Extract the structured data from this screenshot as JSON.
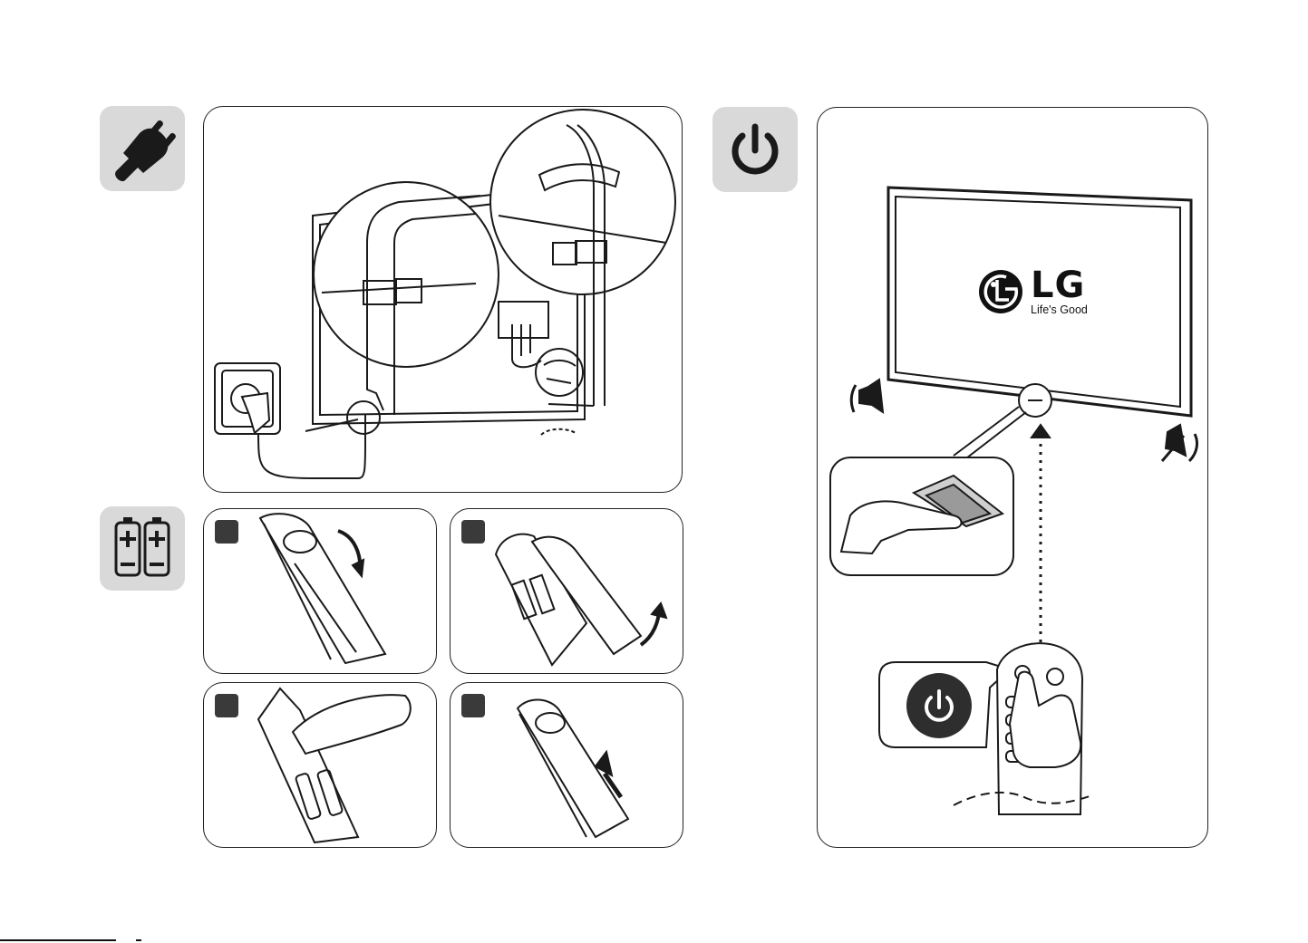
{
  "icons": {
    "power_cord": "plug-icon",
    "batteries": "battery-icon",
    "power_on": "power-icon",
    "power_button_callout": "power-icon",
    "mute_left": "mute-icon",
    "mute_right": "mute-icon"
  },
  "brand": {
    "name": "LG",
    "tagline": "Life's Good",
    "color": "#111111"
  },
  "colors": {
    "tile_background": "#d9d9d9",
    "panel_border": "#222222",
    "step_badge": "#3a3a3a"
  },
  "battery_steps": [
    "step-1",
    "step-2",
    "step-3",
    "step-4"
  ]
}
